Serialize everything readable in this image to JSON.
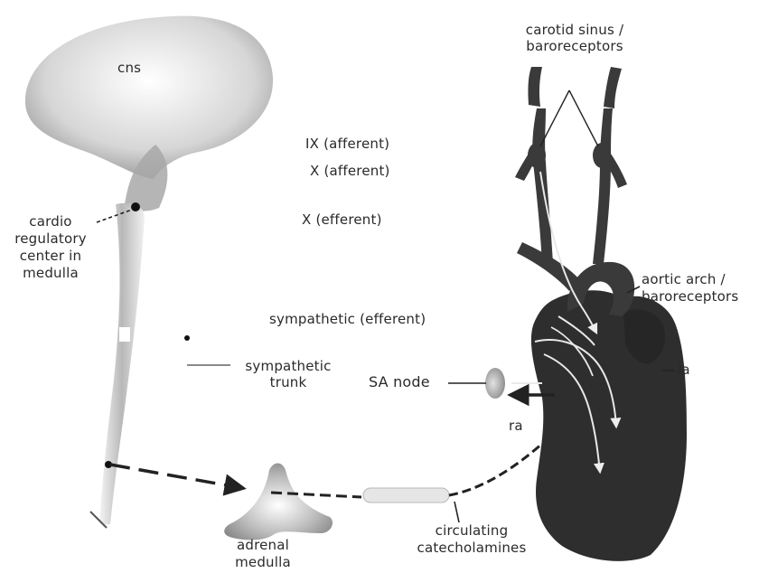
{
  "labels": {
    "cns": "cns",
    "carotid": [
      "carotid sinus /",
      "baroreceptors"
    ],
    "ix_afferent": "IX (afferent)",
    "x_afferent": "X (afferent)",
    "x_efferent": "X (efferent)",
    "cardio": [
      "cardio",
      "regulatory",
      "center in",
      "medulla"
    ],
    "aortic": [
      "aortic arch /",
      "baroreceptors"
    ],
    "sympathetic_efferent": "sympathetic (efferent)",
    "sympathetic_trunk": [
      "sympathetic",
      "trunk"
    ],
    "sa_node": "SA node",
    "la": "la",
    "ra": "ra",
    "circulating": [
      "circulating",
      "catecholamines"
    ],
    "adrenal": [
      "adrenal",
      "medulla"
    ]
  },
  "colors": {
    "heart": "#2e2e2e",
    "vessel": "#3a3a3a",
    "brain": "#b9b9b9",
    "cord": "#c4c4c4",
    "nerve_path": "#e8e8e8",
    "arrow": "#222222",
    "label": "#2a2a2a"
  }
}
